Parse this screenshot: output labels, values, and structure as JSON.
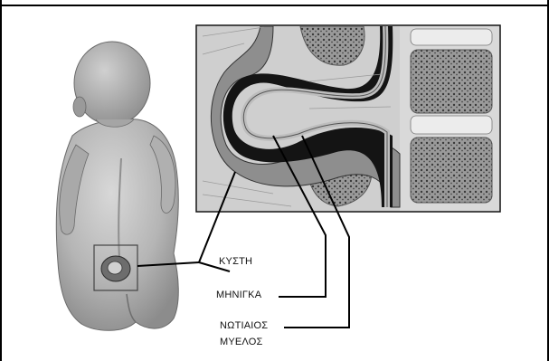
{
  "labels": {
    "cyst": "ΚΥΣΤΗ",
    "meninges": "ΜΗΝΙΓΚΑ",
    "spinal_cord_line1": "ΝΩΤΙΑΙΟΣ",
    "spinal_cord_line2": "ΜΥΕΛΟΣ"
  },
  "colors": {
    "frame": "#000000",
    "skin": "#bdbdbd",
    "skin_shadow": "#8a8a8a",
    "bone": "#e6e6e6",
    "cyst_cavity": "#111111"
  }
}
